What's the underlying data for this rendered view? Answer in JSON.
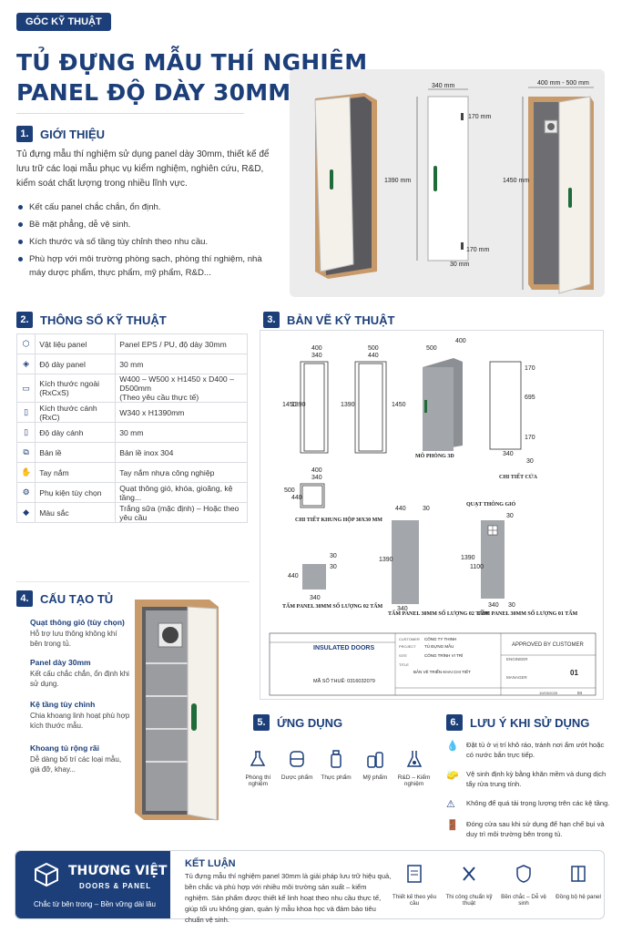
{
  "header": {
    "tag": "GÓC KỸ THUẬT",
    "title_line1": "TỦ ĐỰNG MẪU THÍ NGHIỆM",
    "title_line2": "PANEL ĐỘ DÀY 30MM"
  },
  "intro": {
    "number": "1.",
    "heading": "GIỚI THIỆU",
    "paragraph": "Tủ đựng mẫu thí nghiệm sử dụng panel dày 30mm, thiết kế để lưu trữ các loại mẫu phục vụ kiểm nghiệm, nghiên cứu, R&D, kiểm soát chất lượng trong nhiều lĩnh vực.",
    "bullets": [
      "Kết cấu panel chắc chắn, ổn định.",
      "Bề mặt phẳng, dễ vệ sinh.",
      "Kích thước và số tầng tùy chỉnh theo nhu cầu.",
      "Phù hợp với môi trường phòng sạch, phòng thí nghiệm, nhà máy dược phẩm, thực phẩm, mỹ phẩm, R&D..."
    ]
  },
  "hero_dims": {
    "d1": "340 mm",
    "d2": "170 mm",
    "d3": "1390 mm",
    "d4": "170 mm",
    "d5": "30 mm",
    "d6": "400 mm - 500 mm",
    "d7": "1450 mm"
  },
  "specs": {
    "number": "2.",
    "heading": "THÔNG SỐ KỸ THUẬT",
    "rows": [
      {
        "icon": "cube-icon",
        "label": "Vật liệu panel",
        "value": "Panel EPS / PU, độ dày 30mm"
      },
      {
        "icon": "layers-icon",
        "label": "Độ dày panel",
        "value": "30 mm"
      },
      {
        "icon": "ruler-icon",
        "label": "Kích thước ngoài (RxCxS)",
        "value": "W400 – W500 x H1450 x D400 – D500mm",
        "value2": "(Theo yêu cầu thực tế)"
      },
      {
        "icon": "door-icon",
        "label": "Kích thước cánh (RxC)",
        "value": "W340 x H1390mm"
      },
      {
        "icon": "thickness-icon",
        "label": "Độ dày cánh",
        "value": "30 mm"
      },
      {
        "icon": "hinge-icon",
        "label": "Bản lề",
        "value": "Bản lề inox 304"
      },
      {
        "icon": "handle-icon",
        "label": "Tay nắm",
        "value": "Tay nắm nhựa công nghiệp"
      },
      {
        "icon": "accessory-icon",
        "label": "Phụ kiện tùy chọn",
        "value": "Quạt thông gió, khóa, gioăng, kệ tầng..."
      },
      {
        "icon": "color-icon",
        "label": "Màu sắc",
        "value": "Trắng sữa (mặc định) – Hoặc theo yêu cầu"
      }
    ]
  },
  "drawing": {
    "number": "3.",
    "heading": "BẢN VẼ KỸ THUẬT",
    "labels": {
      "sim3d": "MÔ PHỎNG 3D",
      "door_detail": "CHI TIẾT CỬA",
      "frame_detail": "CHI TIẾT KHUNG HỘP 30X30 MM",
      "fan": "QUẠT THÔNG GIÓ",
      "panel1": "TẤM PANEL 30MM SỐ LƯỢNG 02 TẤM",
      "panel2": "TẤM PANEL 30MM SỐ LƯỢNG 02 TẤM",
      "panel3": "TẤM PANEL 30MM SỐ LƯỢNG 01 TẤM"
    },
    "dims": [
      "400",
      "340",
      "500",
      "440",
      "500",
      "400",
      "1450",
      "1390",
      "1390",
      "1450",
      "170",
      "695",
      "170",
      "340",
      "30",
      "440",
      "30",
      "1390",
      "340",
      "30",
      "440",
      "30",
      "340",
      "30",
      "1100",
      "1390",
      "340",
      "30",
      "400",
      "340",
      "500",
      "440"
    ],
    "title_block": {
      "company": "INSULATED DOORS",
      "customer_label": "CUSTOMER",
      "customer": "CÔNG TY THINH",
      "project_label": "PROJECT",
      "project": "TỦ ĐỰNG MẪU",
      "site_label": "SITE",
      "site": "CÔNG TRÌNH VI TRÍ",
      "title_label": "TITLE",
      "title": "BẢN VẼ TRIỂN KHAI CHI TIẾT",
      "approved": "APPROVED BY CUSTOMER",
      "engineer": "ENGINEER",
      "manager": "MANAGER",
      "sheet": "01",
      "tax": "MÃ SỐ THUẾ: 0316032079",
      "date": "10/03/2025",
      "total": "04"
    }
  },
  "structure": {
    "number": "4.",
    "heading": "CẤU TẠO TỦ",
    "items": [
      {
        "title": "Quạt thông gió (tùy chọn)",
        "text": "Hỗ trợ lưu thông không khí bên trong tủ."
      },
      {
        "title": "Panel dày 30mm",
        "text": "Kết cấu chắc chắn, ổn định khi sử dụng."
      },
      {
        "title": "Kệ tầng tùy chỉnh",
        "text": "Chia khoang linh hoạt phù hợp kích thước mẫu."
      },
      {
        "title": "Khoang tủ rộng rãi",
        "text": "Dễ dàng bố trí các loại mẫu, giá đỡ, khay..."
      }
    ]
  },
  "applications": {
    "number": "5.",
    "heading": "ỨNG DỤNG",
    "items": [
      {
        "icon": "flask-icon",
        "label": "Phòng thí nghiệm"
      },
      {
        "icon": "pill-icon",
        "label": "Dược phẩm"
      },
      {
        "icon": "bottle-icon",
        "label": "Thực phẩm"
      },
      {
        "icon": "cosmetic-icon",
        "label": "Mỹ phẩm"
      },
      {
        "icon": "test-icon",
        "label": "R&D – Kiểm nghiệm"
      }
    ]
  },
  "notes": {
    "number": "6.",
    "heading": "LƯU Ý KHI SỬ DỤNG",
    "items": [
      "Đặt tủ ở vị trí khô ráo, tránh nơi ẩm ướt hoặc có nước bắn trực tiếp.",
      "Vệ sinh định kỳ bằng khăn mềm và dung dịch tẩy rửa trung tính.",
      "Không để quá tải trọng lượng trên các kệ tầng.",
      "Đóng cửa sau khi sử dụng để hạn chế bụi và duy trì môi trường bên trong tủ."
    ]
  },
  "footer": {
    "brand_name": "THƯƠNG VIỆT",
    "brand_sub": "DOORS & PANEL",
    "slogan": "Chắc từ bên trong – Bền vững dài lâu",
    "conclusion_title": "KẾT LUẬN",
    "conclusion_text": "Tủ đựng mẫu thí nghiệm panel 30mm là giải pháp lưu trữ hiệu quả, bền chắc và phù hợp với nhiều môi trường sản xuất – kiểm nghiệm. Sản phẩm được thiết kế linh hoạt theo nhu cầu thực tế, giúp tối ưu không gian, quản lý mẫu khoa học và đảm bảo tiêu chuẩn vệ sinh.",
    "features": [
      {
        "icon": "design-icon",
        "label": "Thiết kế theo yêu cầu"
      },
      {
        "icon": "tools-icon",
        "label": "Thi công chuẩn kỹ thuật"
      },
      {
        "icon": "shield-icon",
        "label": "Bền chắc – Dễ vệ sinh"
      },
      {
        "icon": "sync-icon",
        "label": "Đồng bộ hệ panel"
      }
    ]
  }
}
